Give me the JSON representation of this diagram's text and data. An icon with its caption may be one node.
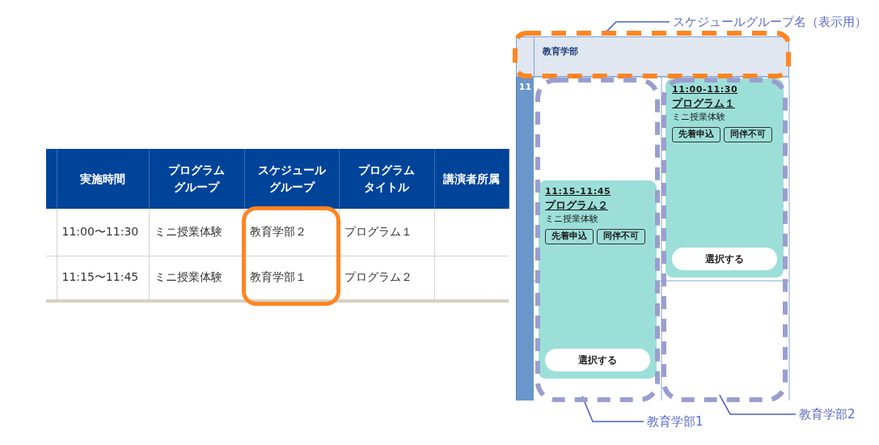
{
  "diagram": {
    "nodes": [
      {
        "text": [
          "スケジュールグループ名（表示用）"
        ]
      },
      {
        "text": [],
        "shape": "box"
      },
      {
        "text": [
          "教育学部"
        ],
        "in": 1
      },
      {
        "text": [
          "11"
        ]
      },
      {
        "text": [],
        "shape": "box"
      },
      {
        "text": [
          "11:15-11:45",
          "プログラム２",
          "ミニ授業体験"
        ],
        "in": 4
      },
      {
        "text": [
          "先着申込"
        ],
        "in": 5
      },
      {
        "text": [
          "同伴不可"
        ],
        "in": 5
      },
      {
        "text": [
          "選択する"
        ],
        "in": 5
      },
      {
        "text": [],
        "shape": "box"
      },
      {
        "text": [
          "11:00-11:30",
          "プログラム１",
          "ミニ授業体験"
        ],
        "in": 9
      },
      {
        "text": [
          "先着申込"
        ],
        "in": 10
      },
      {
        "text": [
          "同伴不可"
        ],
        "in": 10
      },
      {
        "text": [
          "選択する"
        ],
        "in": 10
      },
      {
        "text": [
          "教育学部1"
        ]
      },
      {
        "text": [
          "教育学部2"
        ]
      }
    ],
    "edges": [
      {
        "from": 0,
        "to": 1,
        "arrow": "none"
      },
      {
        "from": 14,
        "to": 4,
        "arrow": "none"
      },
      {
        "from": 15,
        "to": 9,
        "arrow": "none"
      }
    ],
    "labels": [
      "実施時間",
      "プログラムグループ",
      "スケジュールグループ",
      "プログラムタイトル",
      "講演者所属",
      "11:00〜11:30",
      "ミニ授業体験",
      "教育学部２",
      "プログラム１",
      "11:15〜11:45",
      "ミニ授業体験",
      "教育学部１",
      "プログラム２"
    ]
  }
}
